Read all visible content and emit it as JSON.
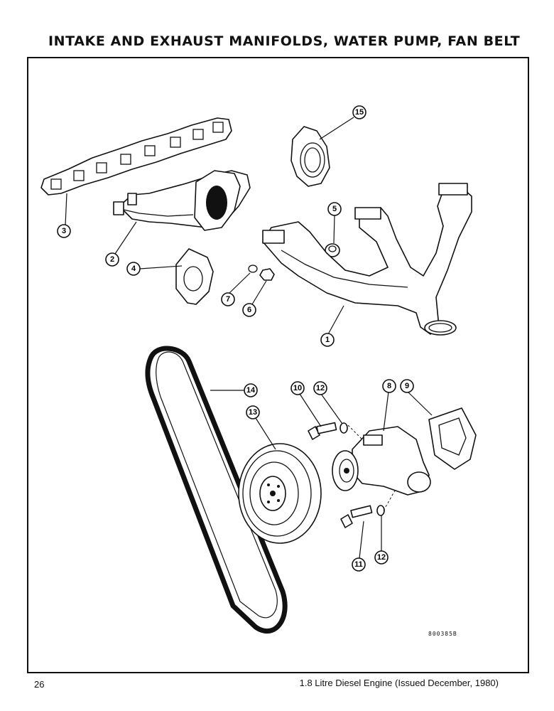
{
  "page": {
    "title": "INTAKE AND EXHAUST MANIFOLDS, WATER PUMP, FAN BELT",
    "page_number": "26",
    "footer": "1.8 Litre Diesel Engine (Issued December, 1980)",
    "figure_code": "800385B"
  },
  "callouts": [
    "1",
    "2",
    "3",
    "4",
    "5",
    "6",
    "7",
    "8",
    "9",
    "10",
    "11",
    "12",
    "12",
    "13",
    "14",
    "15"
  ],
  "parts": [
    {
      "id": "exhaust-manifold",
      "callout": "1"
    },
    {
      "id": "intake-manifold",
      "callout": "2"
    },
    {
      "id": "manifold-gasket",
      "callout": "3"
    },
    {
      "id": "flange-gasket",
      "callout": "4"
    },
    {
      "id": "sleeve",
      "callout": "5"
    },
    {
      "id": "nut",
      "callout": "6"
    },
    {
      "id": "lock-washer",
      "callout": "7"
    },
    {
      "id": "water-pump",
      "callout": "8"
    },
    {
      "id": "pump-gasket",
      "callout": "9"
    },
    {
      "id": "bolt-upper",
      "callout": "10"
    },
    {
      "id": "bolt-lower",
      "callout": "11"
    },
    {
      "id": "washer-upper",
      "callout": "12"
    },
    {
      "id": "washer-lower",
      "callout": "12"
    },
    {
      "id": "pulley",
      "callout": "13"
    },
    {
      "id": "fan-belt",
      "callout": "14"
    },
    {
      "id": "outlet-elbow",
      "callout": "15"
    }
  ]
}
